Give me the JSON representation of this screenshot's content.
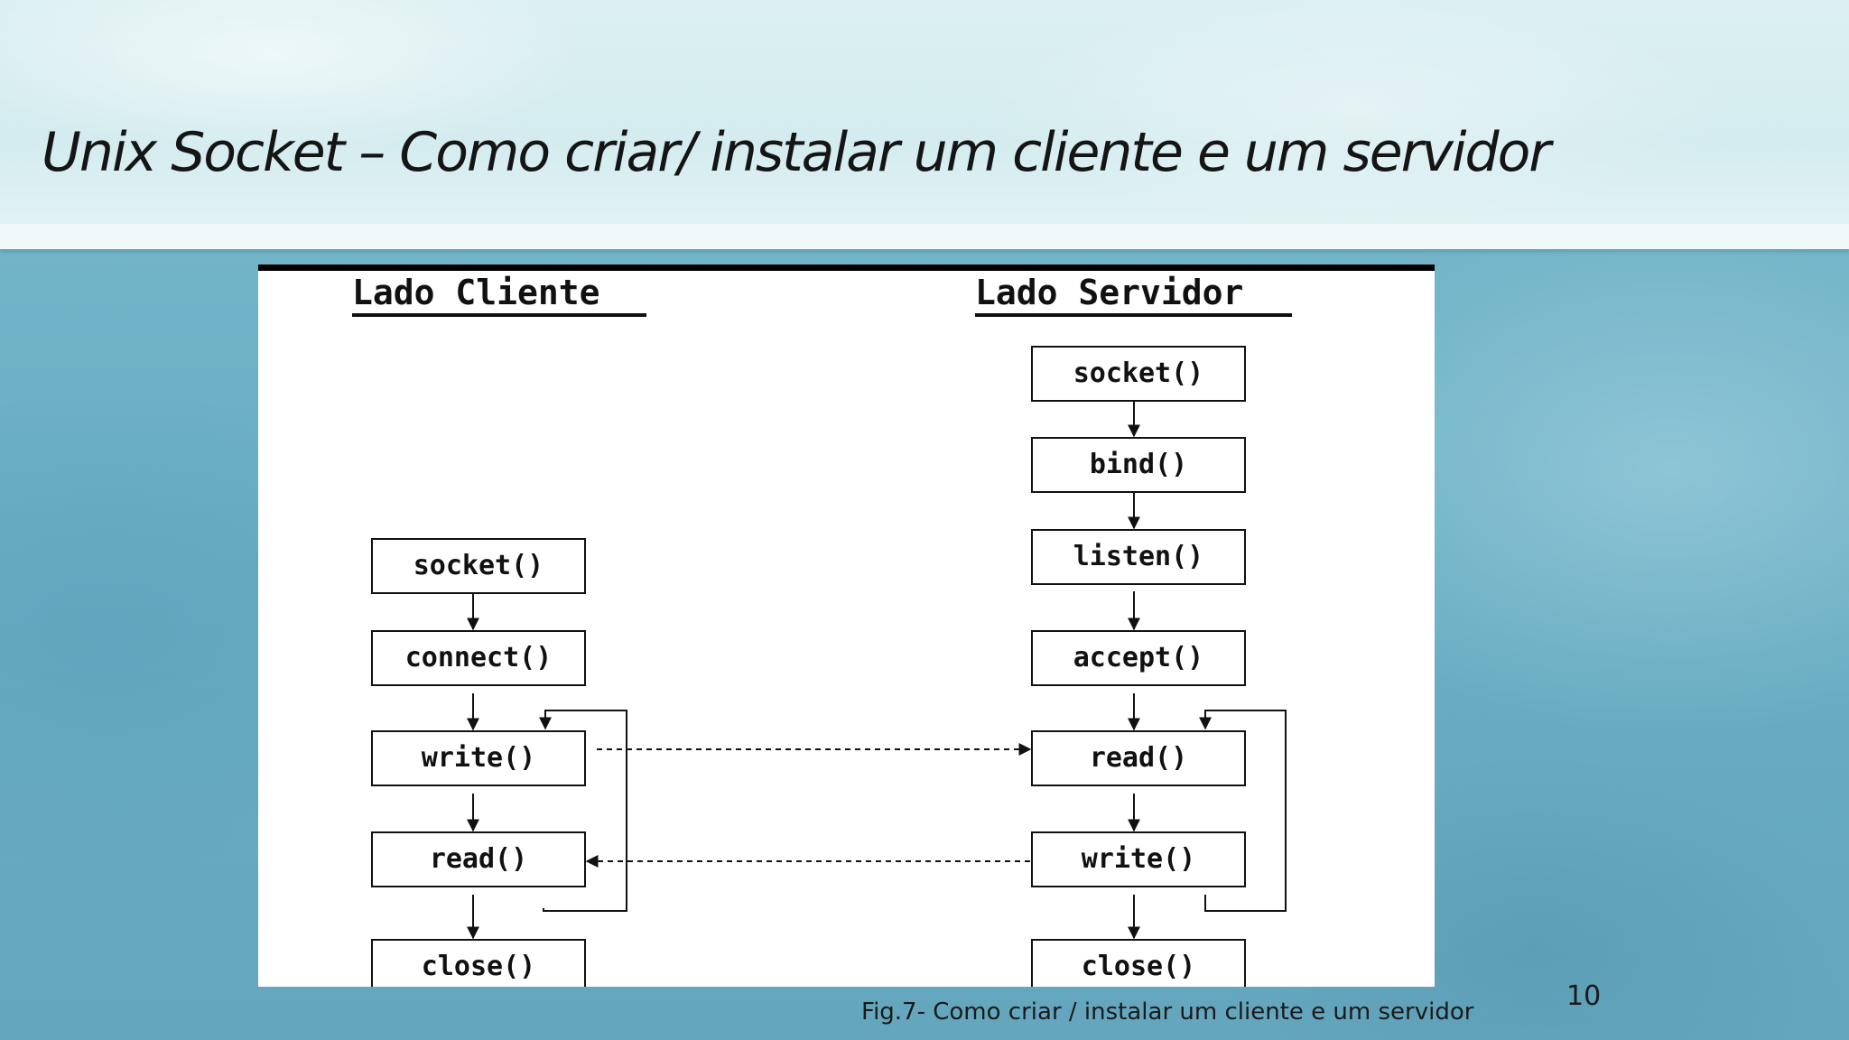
{
  "slide": {
    "title": "Unix Socket – Como criar/ instalar um cliente e um servidor",
    "caption": "Fig.7- Como criar / instalar um cliente e um servidor",
    "page_number": "10"
  },
  "diagram": {
    "client_heading": "Lado Cliente",
    "server_heading": "Lado Servidor",
    "client_steps": [
      "socket()",
      "connect()",
      "write()",
      "read()",
      "close()"
    ],
    "server_steps": [
      "socket()",
      "bind()",
      "listen()",
      "accept()",
      "read()",
      "write()",
      "close()"
    ],
    "messages": [
      {
        "from": "client.write()",
        "to": "server.read()",
        "style": "dashed"
      },
      {
        "from": "server.write()",
        "to": "client.read()",
        "style": "dashed"
      }
    ]
  },
  "colors": {
    "header_band": "#d4ecef",
    "background": "#6aaec4",
    "diagram_ink": "#111111"
  }
}
